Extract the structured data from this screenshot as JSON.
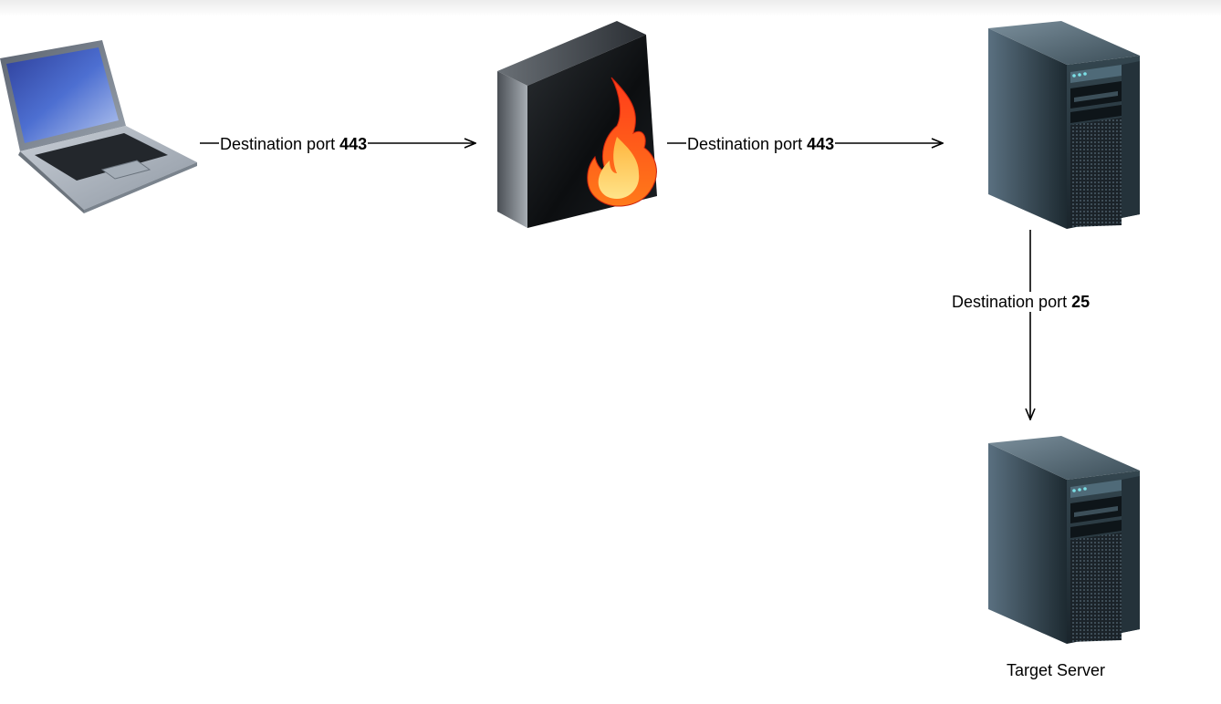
{
  "diagram": {
    "nodes": [
      {
        "id": "laptop",
        "icon": "laptop-icon",
        "label": ""
      },
      {
        "id": "firewall",
        "icon": "firewall-icon",
        "label": ""
      },
      {
        "id": "proxy_server",
        "icon": "server-tower-icon",
        "label": ""
      },
      {
        "id": "target_server",
        "icon": "server-tower-icon",
        "label": "Target Server"
      }
    ],
    "edges": [
      {
        "from": "laptop",
        "to": "firewall",
        "text": "Destination port ",
        "port": "443"
      },
      {
        "from": "firewall",
        "to": "proxy_server",
        "text": "Destination port ",
        "port": "443"
      },
      {
        "from": "proxy_server",
        "to": "target_server",
        "text": "Destination port ",
        "port": "25"
      }
    ]
  },
  "colors": {
    "edge": "#000000",
    "server_body": "#1f2b33",
    "fire": "#ff5a1a"
  }
}
